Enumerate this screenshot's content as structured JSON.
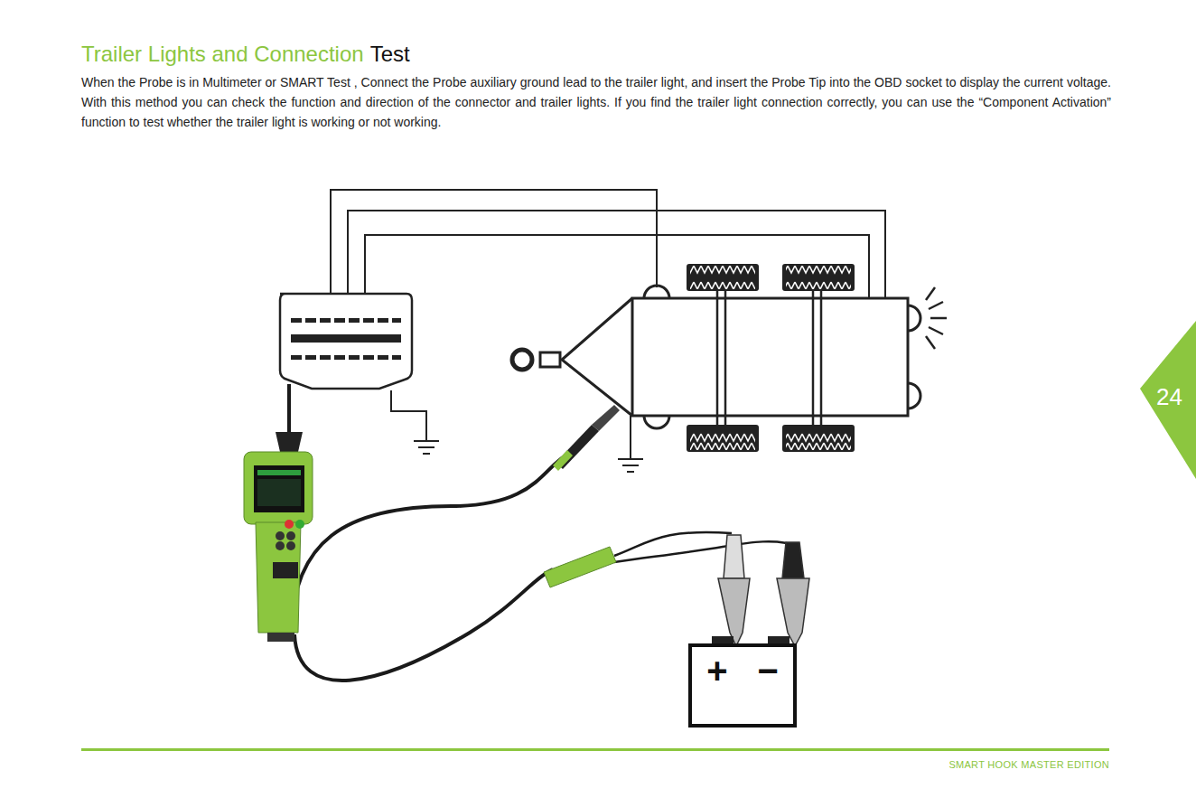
{
  "diagram": {
    "title": "Trailer Lights and Connection",
    "nodes": [
      {
        "text": [
          "+",
          "−"
        ]
      }
    ],
    "labels": [
      "Test",
      "When the Probe is in Multimeter or SMART Test , Connect the Probe auxiliary ground lead to the trailer light, and insert the Probe Tip into the OBD socket to display the current voltage. With this method you can check the function and direction of the connector and trailer lights. If you find the trailer light connection correctly, you can use the “Component Activation” function to test whether the trailer light is working or not working.",
      "24",
      "SMART HOOK MASTER EDITION"
    ]
  }
}
